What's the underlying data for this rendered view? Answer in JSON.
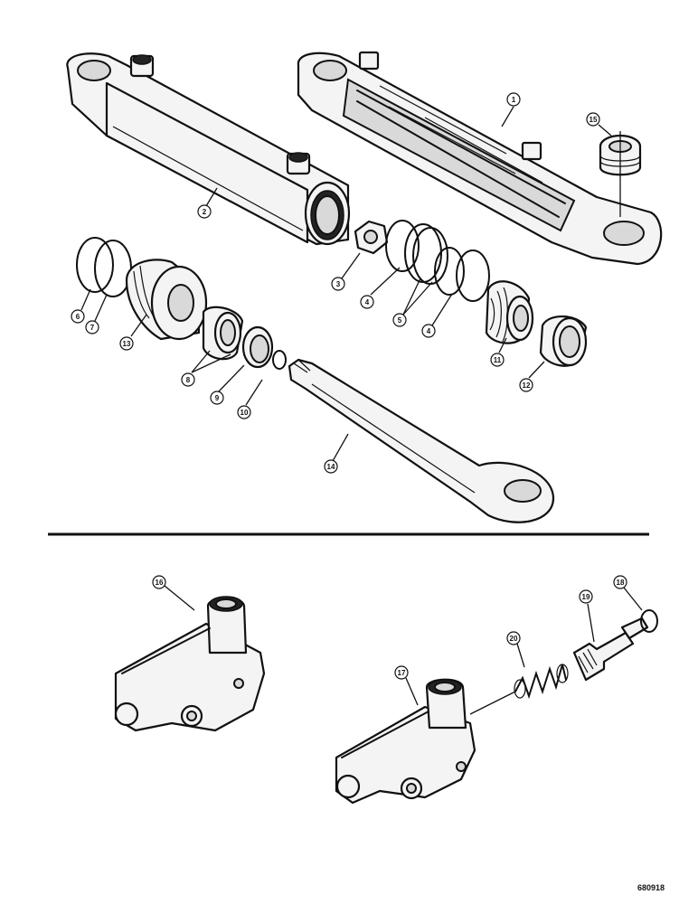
{
  "callouts": [
    {
      "id": "c1",
      "label": "1"
    },
    {
      "id": "c2",
      "label": "2"
    },
    {
      "id": "c3a",
      "label": "3"
    },
    {
      "id": "c4a",
      "label": "4"
    },
    {
      "id": "c5",
      "label": "5"
    },
    {
      "id": "c4b",
      "label": "4"
    },
    {
      "id": "c6",
      "label": "6"
    },
    {
      "id": "c7",
      "label": "7"
    },
    {
      "id": "c13",
      "label": "13"
    },
    {
      "id": "c8a",
      "label": "8"
    },
    {
      "id": "c9",
      "label": "9"
    },
    {
      "id": "c10",
      "label": "10"
    },
    {
      "id": "c11",
      "label": "11"
    },
    {
      "id": "c12",
      "label": "12"
    },
    {
      "id": "c14",
      "label": "14"
    },
    {
      "id": "c15",
      "label": "15"
    },
    {
      "id": "c16",
      "label": "16"
    },
    {
      "id": "c17",
      "label": "17"
    },
    {
      "id": "c18",
      "label": "18"
    },
    {
      "id": "c19",
      "label": "19"
    },
    {
      "id": "c20",
      "label": "20"
    }
  ],
  "reference_number": "680918"
}
